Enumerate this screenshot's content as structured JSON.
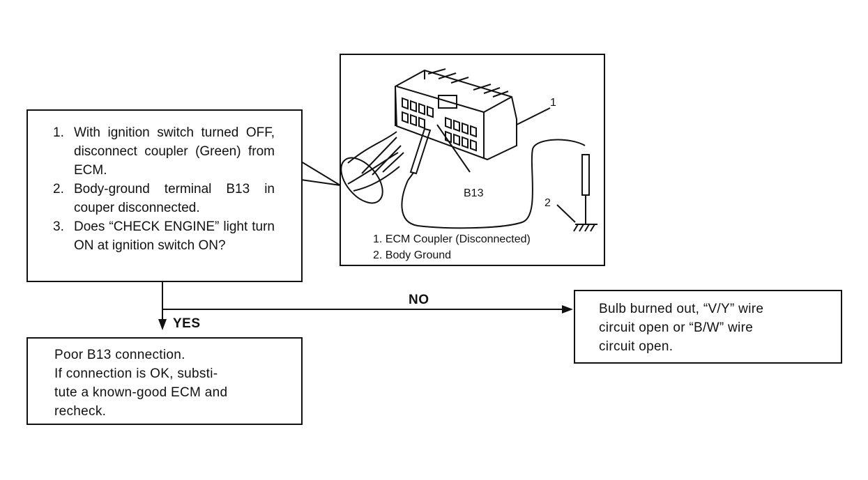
{
  "check_box": {
    "steps": [
      {
        "num": "1.",
        "text": "With ignition switch turned OFF, disconnect coupler (Green) from ECM."
      },
      {
        "num": "2.",
        "text": "Body-ground terminal B13 in couper disconnected."
      },
      {
        "num": "3.",
        "text": "Does “CHECK ENGINE” light turn ON at ignition switch ON?"
      }
    ]
  },
  "illustration": {
    "callout_1": "1",
    "callout_2": "2",
    "terminal": "B13",
    "legend": [
      "1. ECM Coupler (Disconnected)",
      "2. Body Ground"
    ]
  },
  "branches": {
    "yes_label": "YES",
    "no_label": "NO"
  },
  "yes_box": {
    "lines": [
      "Poor B13 connection.",
      "If connection is OK, substi-",
      "tute a known-good ECM and",
      "recheck."
    ]
  },
  "no_box": {
    "lines": [
      "Bulb burned out, “V/Y” wire",
      "circuit open or “B/W” wire",
      "circuit open."
    ]
  }
}
